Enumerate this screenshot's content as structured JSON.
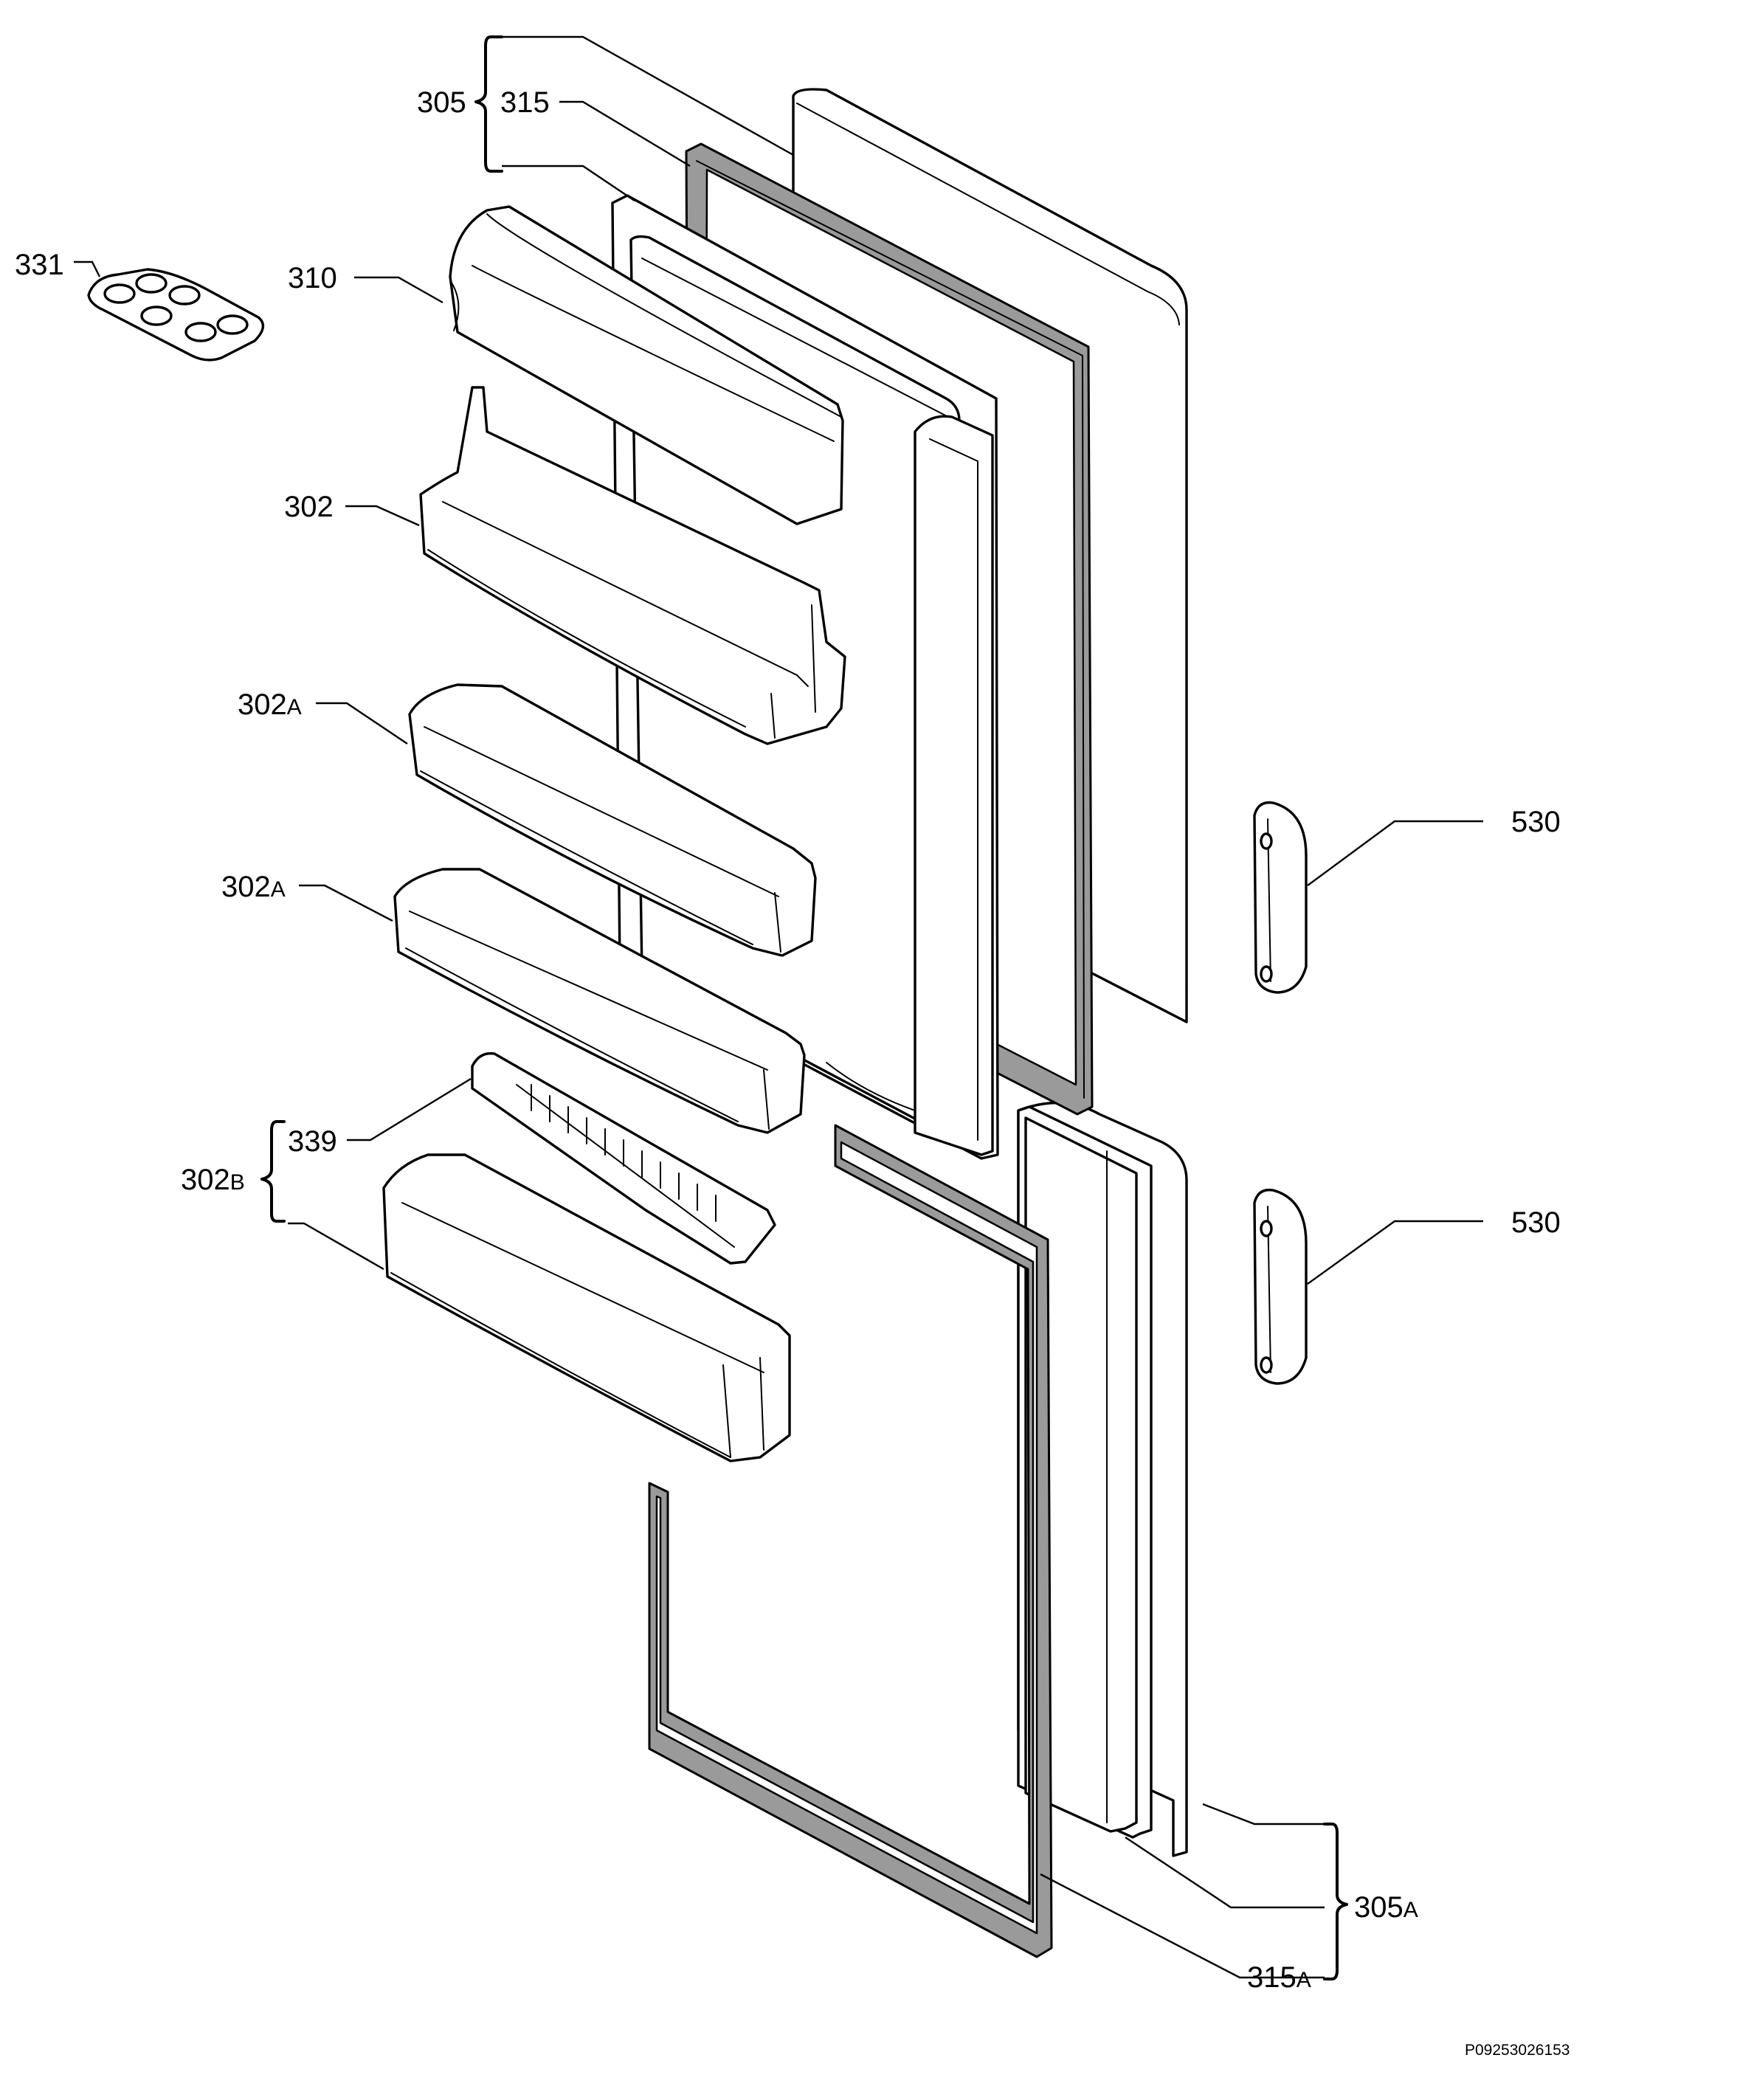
{
  "labels": {
    "p331": "331",
    "p310": "310",
    "p302": "302",
    "p302a_1": "302",
    "p302a_2": "302",
    "p302b": "302",
    "p339": "339",
    "p305": "305",
    "p315": "315",
    "p530_1": "530",
    "p530_2": "530",
    "p305a": "305",
    "p315a": "315",
    "suffix_a": "A",
    "suffix_b": "B"
  },
  "drawing_code": "P09253026153",
  "colors": {
    "gasket_fill": "#9a9a9a",
    "line": "#000000",
    "background": "#ffffff"
  }
}
